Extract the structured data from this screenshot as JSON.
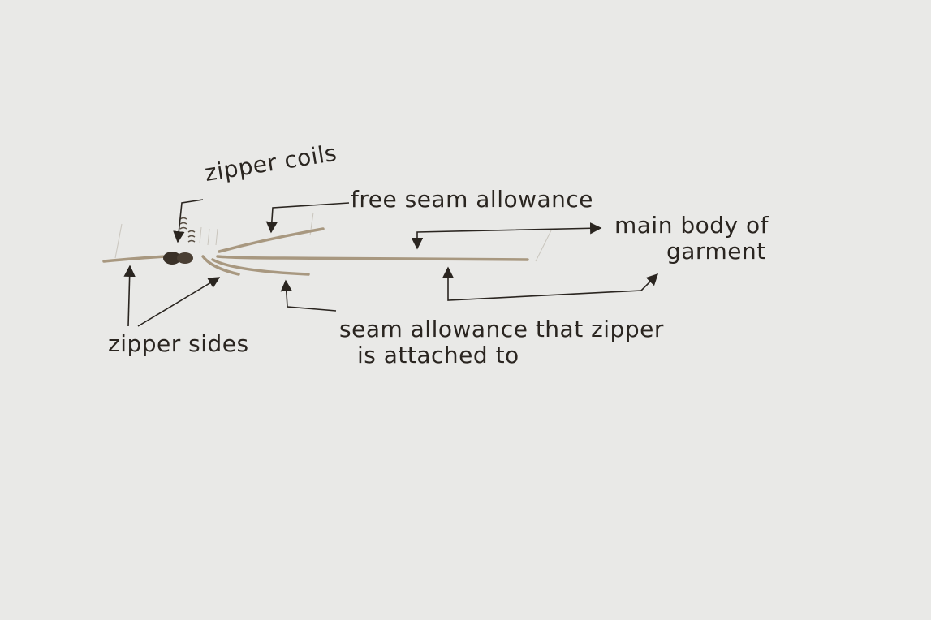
{
  "labels": {
    "zipper_coils": "zipper coils",
    "free_seam_allowance": "free seam allowance",
    "main_body_line1": "main body of",
    "main_body_line2": "garment",
    "zipper_sides": "zipper sides",
    "attached_line1": "seam allowance that zipper",
    "attached_line2": "is attached to"
  },
  "colors": {
    "background": "#e9e9e7",
    "fabric": "#a89880",
    "ink": "#2a2520"
  }
}
